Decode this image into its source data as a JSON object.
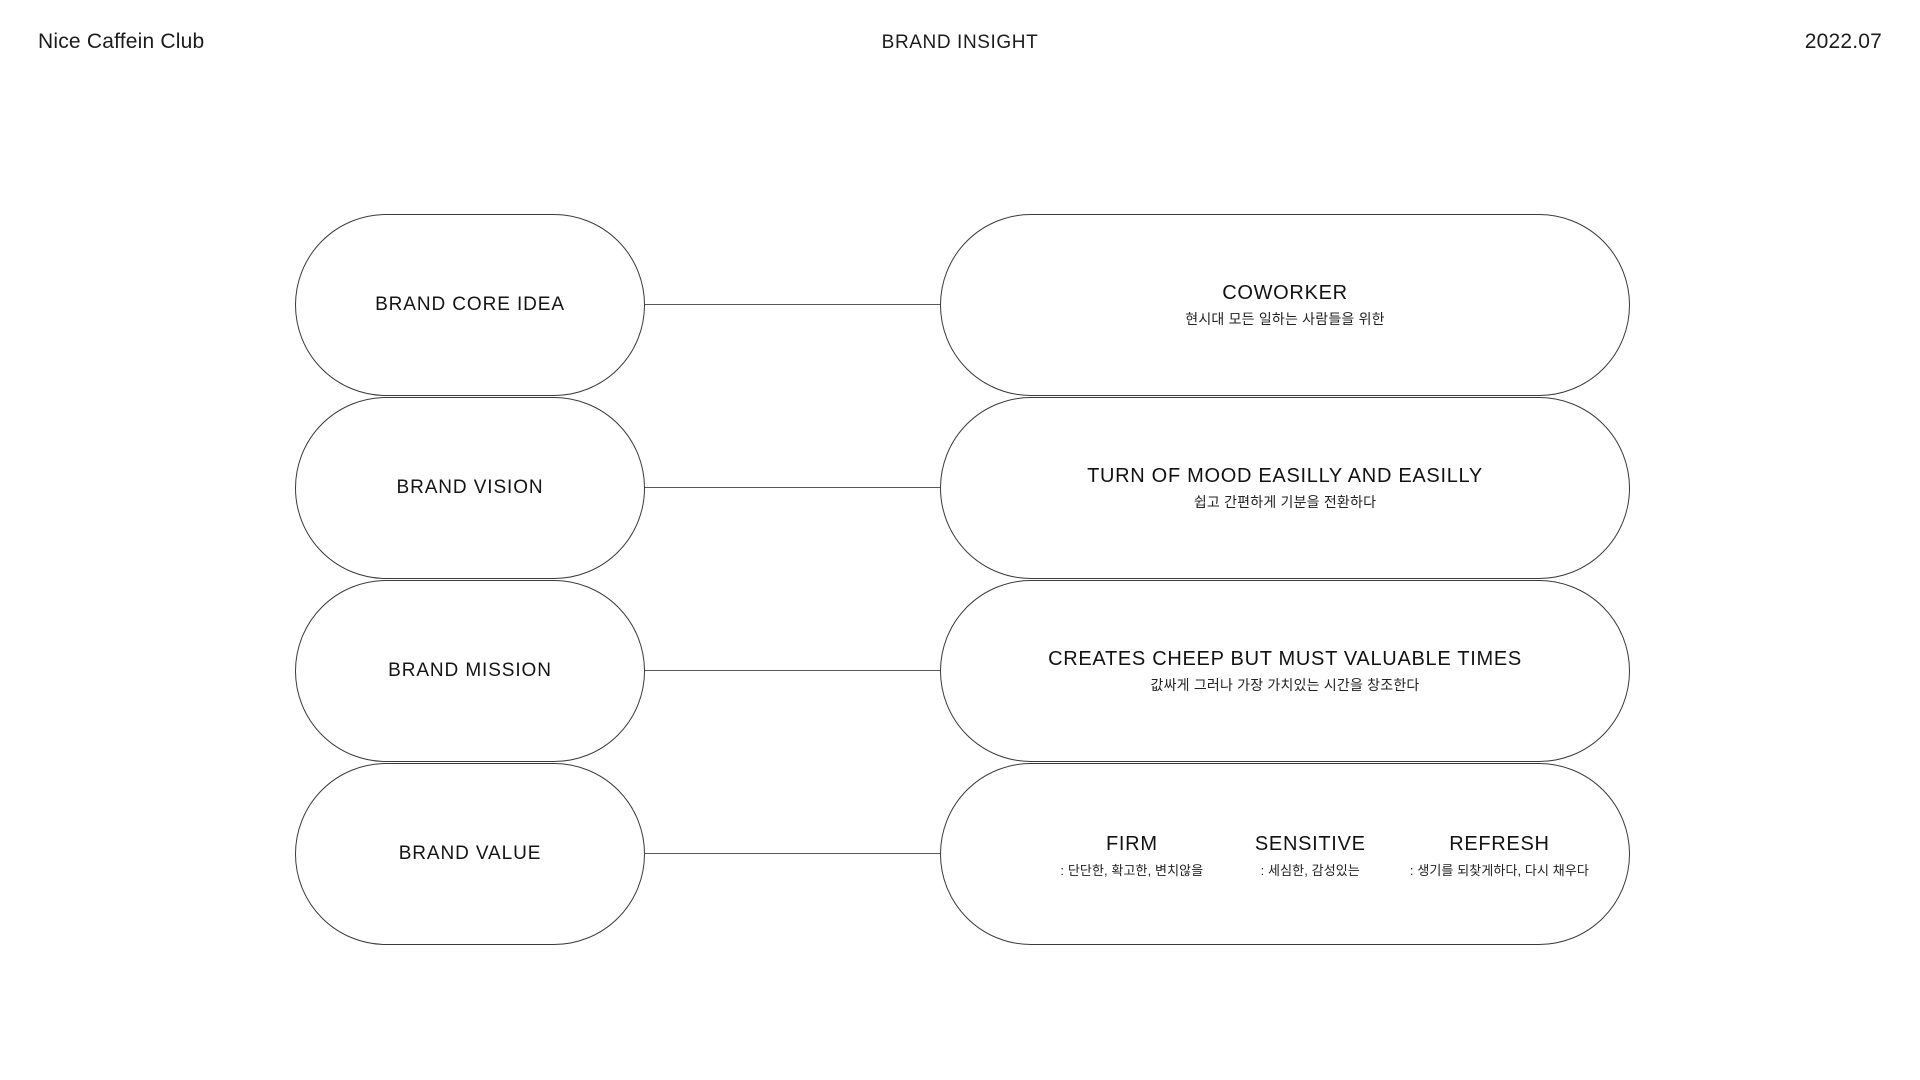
{
  "header": {
    "brand": "Nice Caffein Club",
    "title": "BRAND INSIGHT",
    "date": "2022.07"
  },
  "colors": {
    "background": "#ffffff",
    "stroke": "#3a3a3a",
    "connector": "#5a5a5a",
    "text": "#121212"
  },
  "diagram": {
    "rows": [
      {
        "key": "brand-core-idea",
        "left_label": "BRAND CORE IDEA",
        "right_title": "COWORKER",
        "right_subtitle": "현시대 모든 일하는 사람들을 위한"
      },
      {
        "key": "brand-vision",
        "left_label": "BRAND VISION",
        "right_title": "TURN OF MOOD EASILLY AND EASILLY",
        "right_subtitle": "쉽고 간편하게 기분을 전환하다"
      },
      {
        "key": "brand-mission",
        "left_label": "BRAND MISSION",
        "right_title": "CREATES CHEEP BUT MUST VALUABLE TIMES",
        "right_subtitle": "값싸게 그러나 가장 가치있는 시간을 창조한다"
      },
      {
        "key": "brand-value",
        "left_label": "BRAND VALUE",
        "values": [
          {
            "name": "FIRM",
            "desc": ": 단단한, 확고한, 변치않을"
          },
          {
            "name": "SENSITIVE",
            "desc": ": 세심한, 감성있는"
          },
          {
            "name": "REFRESH",
            "desc": ": 생기를 되찾게하다, 다시 채우다"
          }
        ]
      }
    ]
  }
}
